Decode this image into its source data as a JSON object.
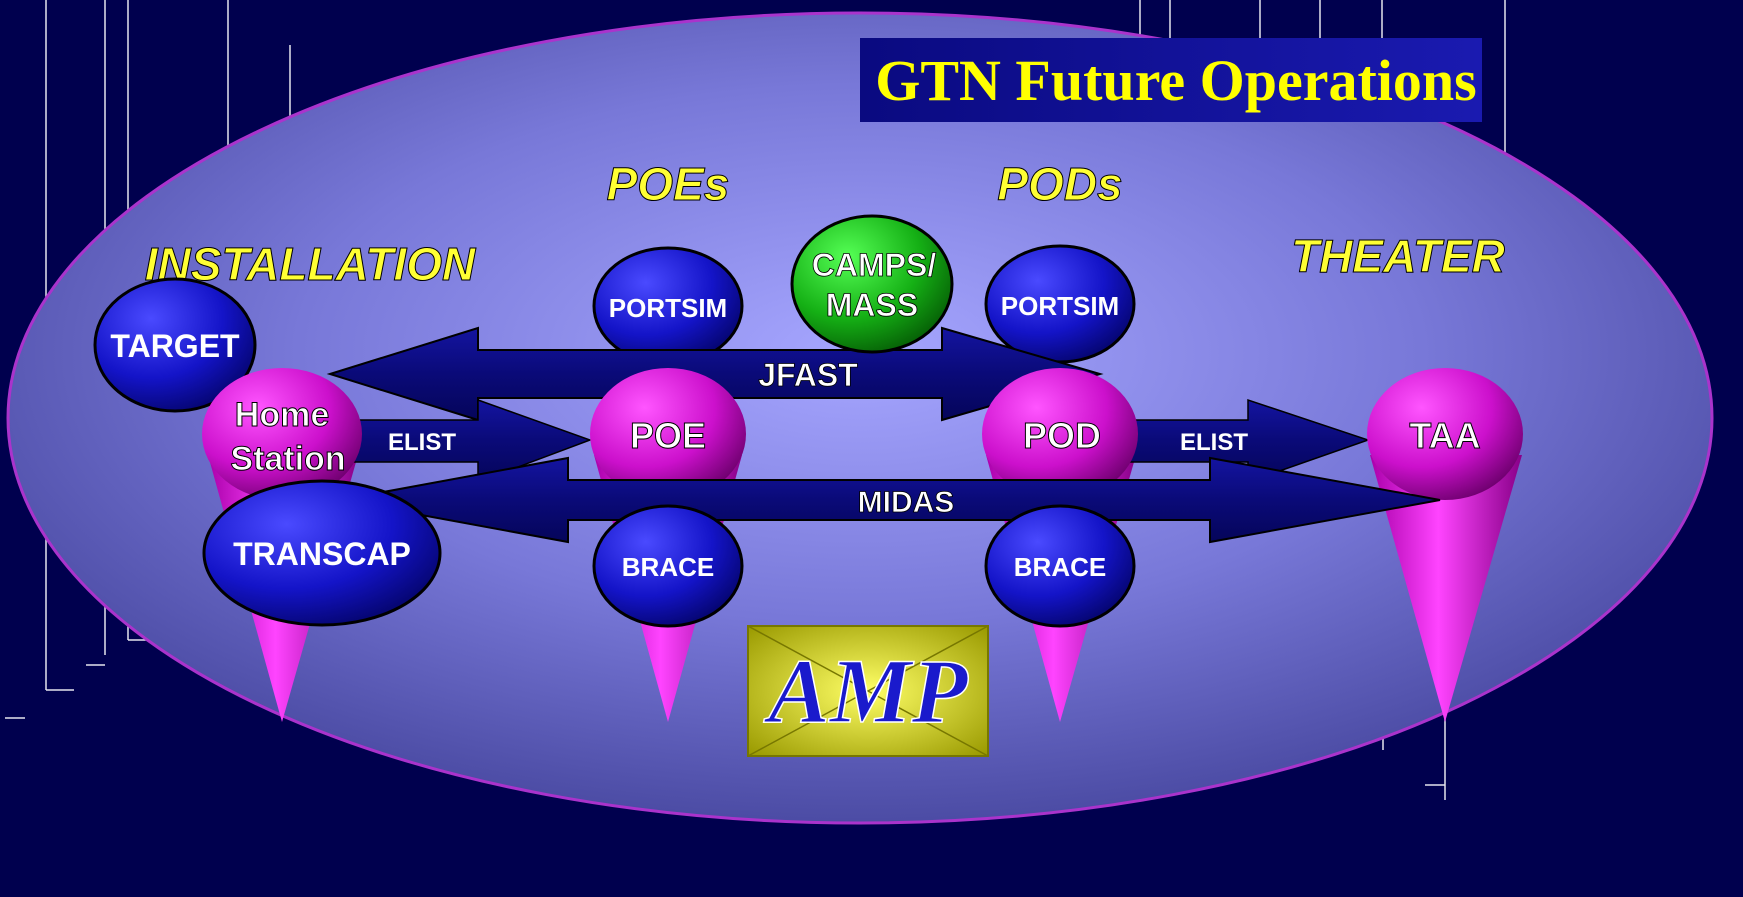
{
  "title": "GTN Future Operations",
  "sections": {
    "installation": "INSTALLATION",
    "poes": "POEs",
    "pods": "PODs",
    "theater": "THEATER"
  },
  "nodes": {
    "target": "TARGET",
    "portsim_poe": "PORTSIM",
    "camps_line1": "CAMPS/",
    "camps_line2": "MASS",
    "portsim_pod": "PORTSIM",
    "home_line1": "Home",
    "home_line2": "Station",
    "poe": "POE",
    "pod": "POD",
    "taa": "TAA",
    "transcap": "TRANSCAP",
    "brace_poe": "BRACE",
    "brace_pod": "BRACE"
  },
  "flows": {
    "jfast": "JFAST",
    "elist_left": "ELIST",
    "elist_right": "ELIST",
    "midas": "MIDAS"
  },
  "logo": "AMP",
  "colors": {
    "background": "#00004e",
    "title_text": "#ffff00",
    "section_text": "#ffff33",
    "node_blue": "#1010c0",
    "node_magenta": "#cc00cc",
    "node_green": "#11aa11",
    "arrow": "#0a0a70"
  }
}
